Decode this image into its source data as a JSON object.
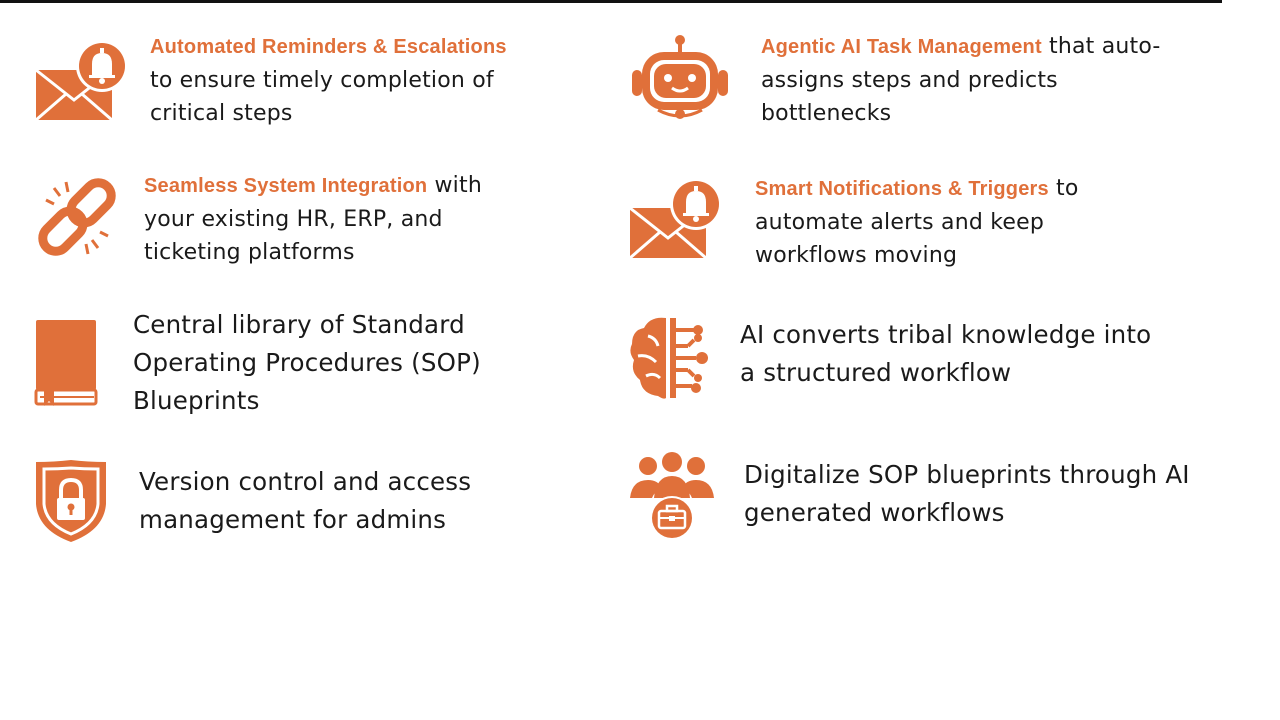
{
  "colors": {
    "accent": "#e0703a",
    "text": "#1a1a1a",
    "rule": "#111111"
  },
  "features": [
    {
      "icon": "envelope-bell-icon",
      "highlight": "Automated Reminders & Escalations",
      "text": " to ensure timely completion of critical steps"
    },
    {
      "icon": "robot-icon",
      "highlight": "Agentic AI Task Management",
      "text": " that auto-assigns steps and predicts bottlenecks"
    },
    {
      "icon": "chain-link-icon",
      "highlight": "Seamless System Integration",
      "text": " with your existing HR, ERP, and ticketing platforms"
    },
    {
      "icon": "envelope-bell-icon",
      "highlight": "Smart Notifications & Triggers",
      "text": " to automate alerts and keep workflows moving"
    },
    {
      "icon": "book-icon",
      "highlight": "",
      "text": "Central library of Standard Operating Procedures (SOP) Blueprints"
    },
    {
      "icon": "ai-brain-icon",
      "highlight": "",
      "text": "AI converts tribal knowledge into a structured workflow"
    },
    {
      "icon": "shield-lock-icon",
      "highlight": "",
      "text": "Version control and access management for admins"
    },
    {
      "icon": "team-briefcase-icon",
      "highlight": "",
      "text": "Digitalize SOP blueprints through AI generated workflows"
    }
  ]
}
